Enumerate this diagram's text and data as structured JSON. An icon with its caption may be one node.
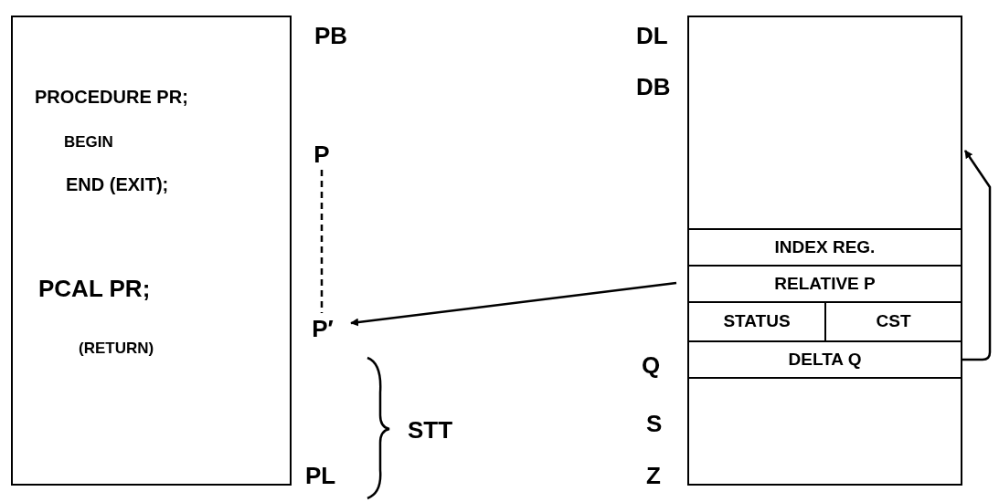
{
  "diagram": {
    "nodes": [
      {
        "text": [
          "PROCEDURE PR;",
          "BEGIN",
          "END (EXIT);",
          "PCAL PR;",
          "(RETURN)"
        ]
      },
      {
        "text": [
          "P"
        ]
      },
      {
        "text": [
          "P′"
        ]
      },
      {
        "text": [],
        "shape": "box"
      },
      {
        "text": [
          "INDEX REG."
        ],
        "in": 3
      },
      {
        "text": [
          "RELATIVE P"
        ],
        "in": 3
      },
      {
        "text": [
          "STATUS"
        ],
        "in": 3
      },
      {
        "text": [
          "CST"
        ],
        "in": 3
      },
      {
        "text": [
          "DELTA Q"
        ],
        "in": 3
      }
    ],
    "edges": [
      {
        "from": 1,
        "to": 2,
        "arrow": "none",
        "style": "dashed"
      },
      {
        "from": 5,
        "to": 2,
        "arrow": "to"
      },
      {
        "from": 8,
        "to": 3,
        "arrow": "to"
      }
    ],
    "labels": [
      "PB",
      "PL",
      "STT",
      "DL",
      "DB",
      "Q",
      "S",
      "Z"
    ]
  }
}
